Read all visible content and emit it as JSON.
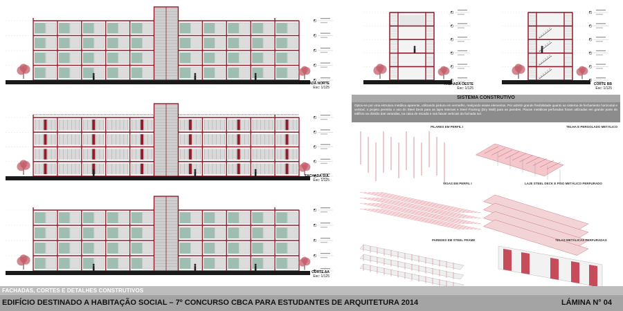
{
  "elevations": {
    "norte": {
      "title": "FACHADA NORTE",
      "scale": "Esc: 1/125"
    },
    "sul": {
      "title": "FACHADA SUL",
      "scale": "Esc: 1/125"
    },
    "corte_aa": {
      "title": "CORTE AA",
      "scale": "Esc: 1/125"
    },
    "oeste": {
      "title": "FACHADA OESTE",
      "scale": "Esc: 1/125"
    },
    "corte_bb": {
      "title": "CORTE BB",
      "scale": "Esc: 1/125"
    }
  },
  "sistema": {
    "heading": "SISTEMA CONSTRUTIVO",
    "text": "Optou-se por uma estrutura metálica aparente, utilizando pintura em vermelho, realçando esses elementos. Por admitir grande flexibilidade quanto ao sistema de fechamento horizontal e vertical, o projeto permitiu o uso do Steel Deck para as lajes internas e Steel Framing (Dry Wall) para as paredes. Placas metálicas perfuradas foram utilizadas em grande parte do edifício na divisão das varandas, na caixa de escada e nas faixas verticais da fachada sul."
  },
  "components": {
    "pilares": "PILARES EM PERFIL I",
    "telha": "TELHA E PERGOLADO METÁLICO",
    "vigas": "VIGAS EM PERFIL I",
    "laje": "LAJE STEEL DECK E PISO METÁLICO PERFURADO",
    "paredes": "PAREDES EM STEEL FRAME",
    "telas": "TELAS METÁLICAS PERFURADAS"
  },
  "footer": {
    "subtitle": "FACHADAS, CORTES E DETALHES CONSTRUTIVOS",
    "title": "EDIFÍCIO DESTINADO A HABITAÇÃO SOCIAL – 7º CONCURSO CBCA PARA ESTUDANTES DE ARQUITETURA 2014",
    "sheet": "LÁMINA N° 04"
  },
  "colors": {
    "steel_red": "#8f1d2c",
    "glass": "#9fbdb0",
    "tree": "#c4606c",
    "ground": "#1a1a1a"
  }
}
